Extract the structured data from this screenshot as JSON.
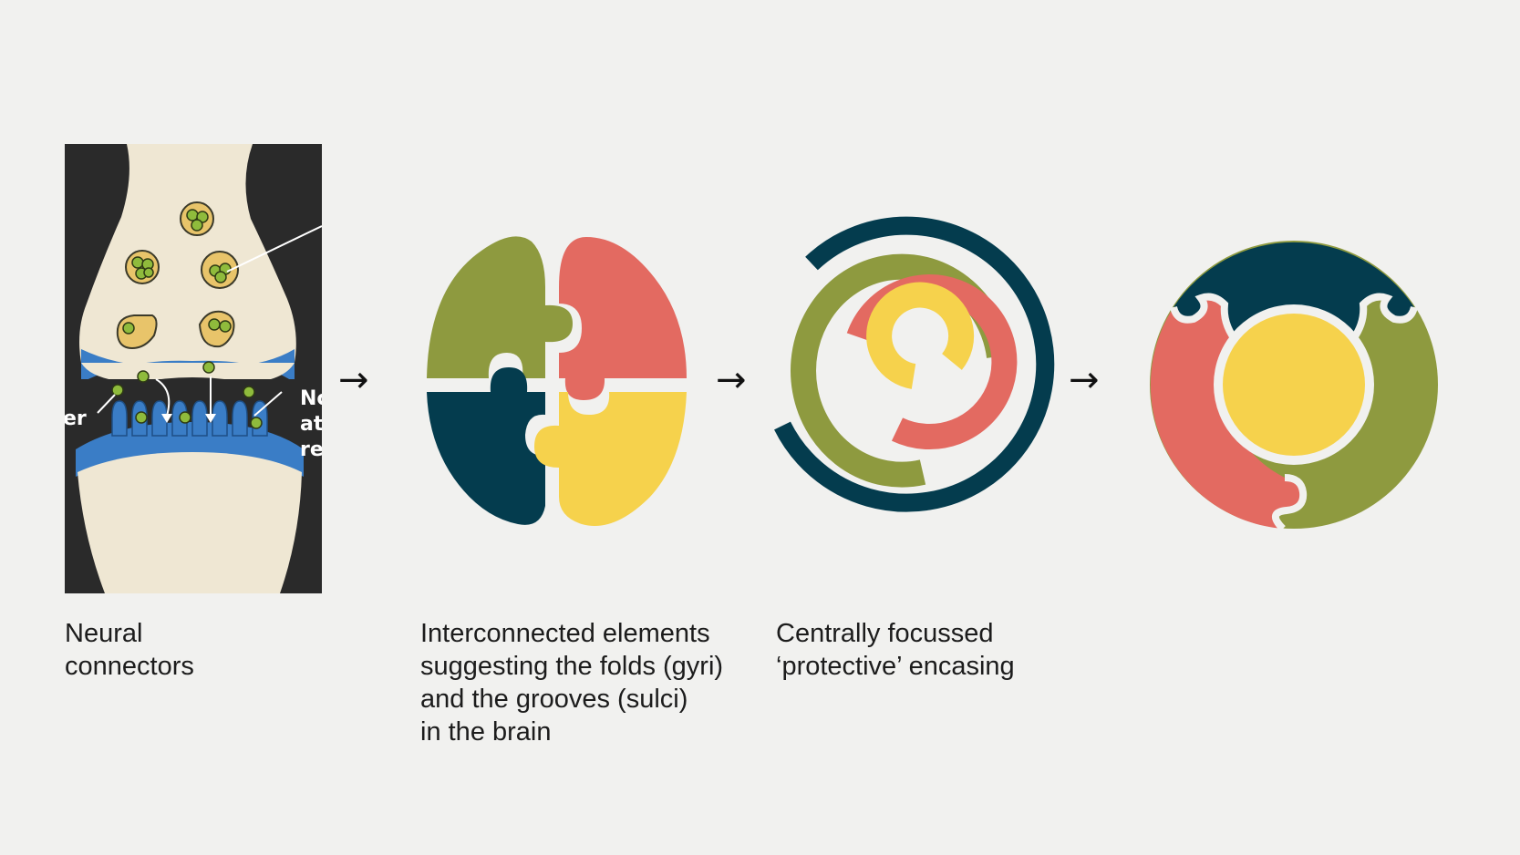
{
  "colors": {
    "background": "#f1f1ef",
    "olive": "#8e9a3f",
    "coral": "#e36a61",
    "navy": "#043c4e",
    "yellow": "#f6d24c",
    "synapse_bg": "#2a2a2a",
    "synapse_cream": "#efe7d3",
    "synapse_blue": "#3a7dc6",
    "vesicle_tan": "#e8c46a",
    "neurotransmitter_green": "#8fbb3c"
  },
  "arrow_glyph": "→",
  "synapse_clip": {
    "left_label": "er",
    "right_label_lines": [
      "Nc",
      "at",
      "re"
    ]
  },
  "captions": {
    "step1": [
      "Neural",
      "connectors"
    ],
    "step2": [
      "Interconnected elements",
      "suggesting the folds (gyri)",
      "and the grooves (sulci)",
      "in the brain"
    ],
    "step3": [
      "Centrally focussed",
      "‘protective’ encasing"
    ]
  }
}
